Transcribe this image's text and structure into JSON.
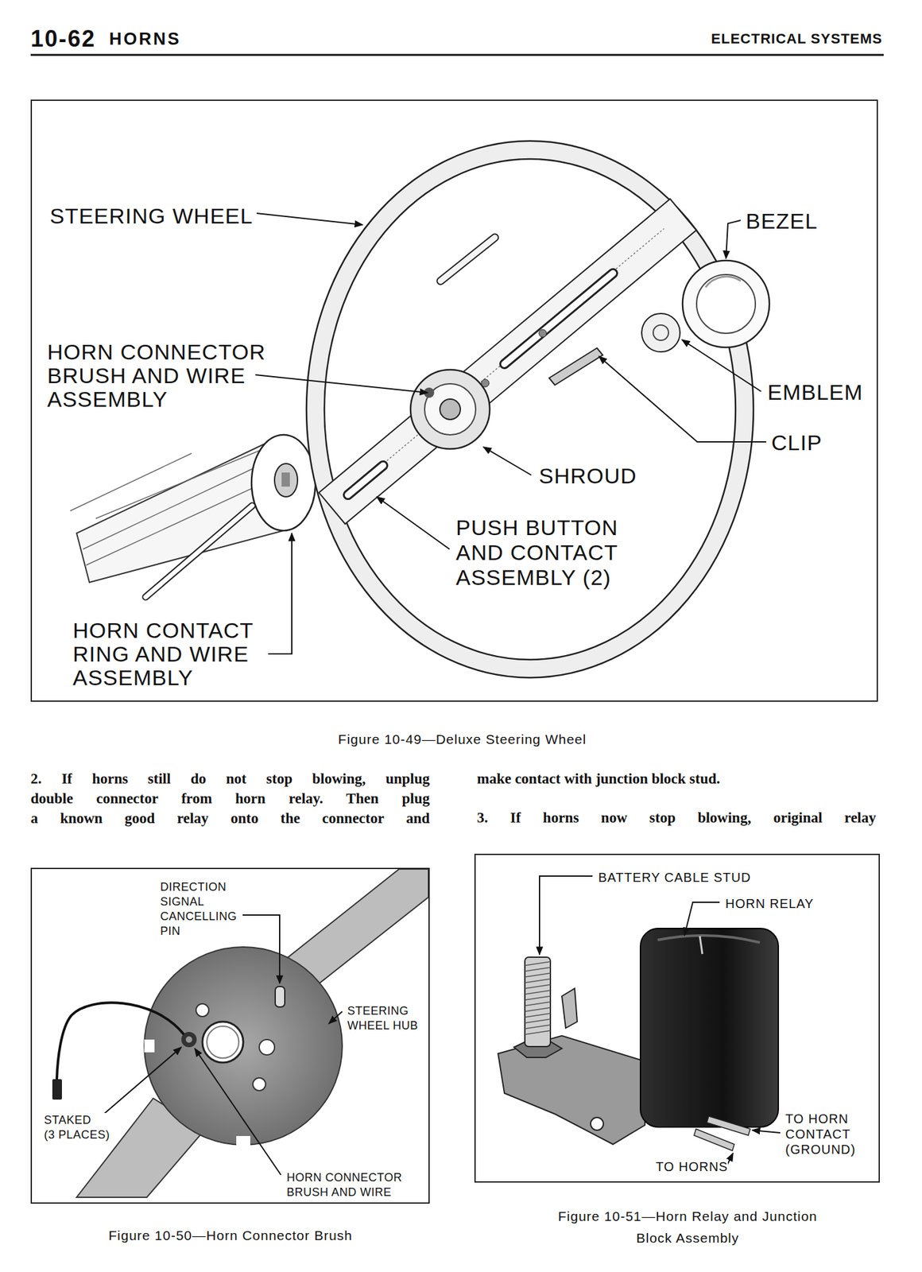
{
  "diagram": {
    "title": "HORNS",
    "nodes": [
      {
        "text": [
          "STEERING WHEEL",
          "BEZEL",
          "HORN CONNECTOR BRUSH AND WIRE ASSEMBLY",
          "EMBLEM",
          "CLIP",
          "SHROUD",
          "PUSH BUTTON AND CONTACT ASSEMBLY (2)",
          "HORN CONTACT RING AND WIRE ASSEMBLY"
        ]
      },
      {
        "text": [
          "DIRECTION SIGNAL CANCELLING PIN",
          "STEERING WHEEL HUB",
          "STAKED (3 PLACES)",
          "HORN CONNECTOR BRUSH AND WIRE"
        ]
      },
      {
        "text": [
          "BATTERY CABLE STUD",
          "HORN RELAY",
          "TO HORN CONTACT (GROUND)",
          "TO HORNS"
        ]
      }
    ],
    "labels": [
      "10-62",
      "ELECTRICAL SYSTEMS",
      "Figure 10-49—Deluxe Steering Wheel",
      "2. If horns still do not stop blowing, unplug double connector from horn relay. Then plug a known good relay onto the connector and",
      "make contact with junction block stud.",
      "3. If horns now stop blowing, original relay",
      "Figure 10-50—Horn Connector Brush",
      "Figure 10-51—Horn Relay and Junction Block Assembly"
    ]
  }
}
